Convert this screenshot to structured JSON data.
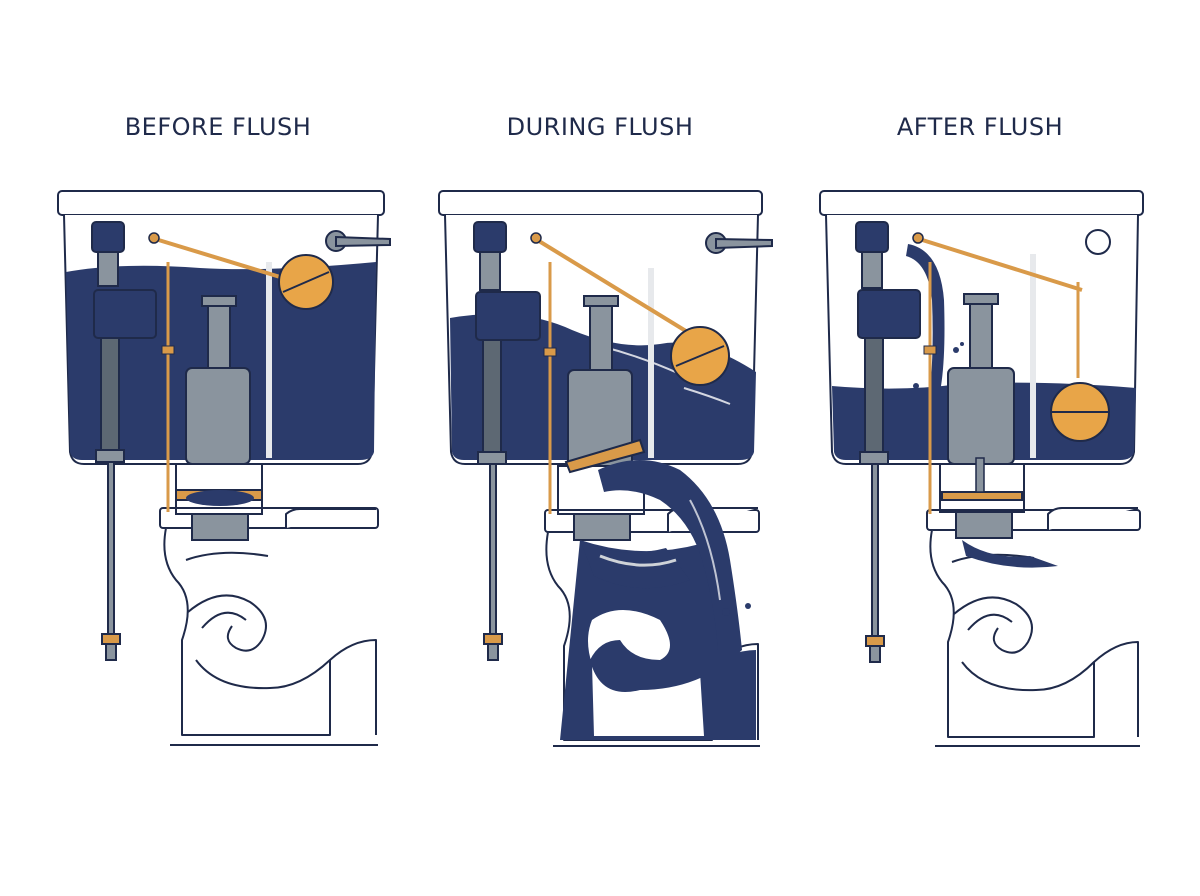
{
  "panels": [
    {
      "title": "BEFORE FLUSH"
    },
    {
      "title": "DURING FLUSH"
    },
    {
      "title": "AFTER FLUSH"
    }
  ],
  "colors": {
    "water": "#2b3b6b",
    "outline": "#1f2a4a",
    "metal": "#8a949e",
    "metal_dark": "#5d6873",
    "brass": "#d99a49",
    "float": "#e8a548",
    "white": "#ffffff",
    "mist": "#cfd3d8"
  },
  "icons": [
    "fill-valve-icon",
    "float-ball-icon",
    "flush-handle-icon",
    "flapper-icon",
    "overflow-tube-icon"
  ]
}
